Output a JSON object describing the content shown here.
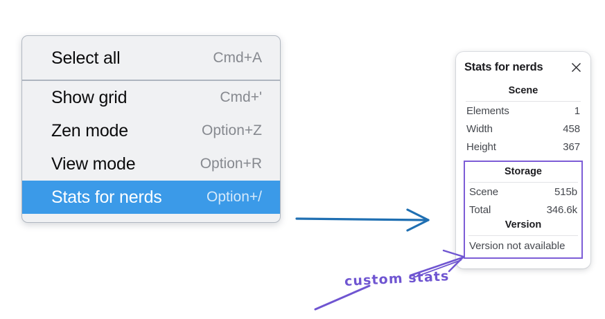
{
  "colors": {
    "menu_background": "#f0f1f3",
    "menu_border": "#b0b7c0",
    "selection_blue": "#3b9ae8",
    "annotation_purple": "#7c5cd6",
    "arrow_blue": "#1f6fb2",
    "panel_background": "#ffffff"
  },
  "context_menu": {
    "groups": [
      {
        "items": [
          {
            "label": "Select all",
            "shortcut": "Cmd+A",
            "selected": false
          }
        ]
      },
      {
        "items": [
          {
            "label": "Show grid",
            "shortcut": "Cmd+'",
            "selected": false
          },
          {
            "label": "Zen mode",
            "shortcut": "Option+Z",
            "selected": false
          },
          {
            "label": "View mode",
            "shortcut": "Option+R",
            "selected": false
          },
          {
            "label": "Stats for nerds",
            "shortcut": "Option+/",
            "selected": true
          }
        ]
      }
    ]
  },
  "stats_panel": {
    "title": "Stats for nerds",
    "close_icon": "close-icon",
    "scene_section": {
      "heading": "Scene",
      "rows": [
        {
          "key": "Elements",
          "value": "1"
        },
        {
          "key": "Width",
          "value": "458"
        },
        {
          "key": "Height",
          "value": "367"
        }
      ]
    },
    "storage_section": {
      "heading": "Storage",
      "rows": [
        {
          "key": "Scene",
          "value": "515b"
        },
        {
          "key": "Total",
          "value": "346.6k"
        }
      ]
    },
    "version_section": {
      "heading": "Version",
      "text": "Version not available"
    }
  },
  "annotations": {
    "handwritten_label": "custom stats",
    "flow_arrow": "arrow-right-icon",
    "pointer_arrow": "arrow-up-right-icon"
  }
}
